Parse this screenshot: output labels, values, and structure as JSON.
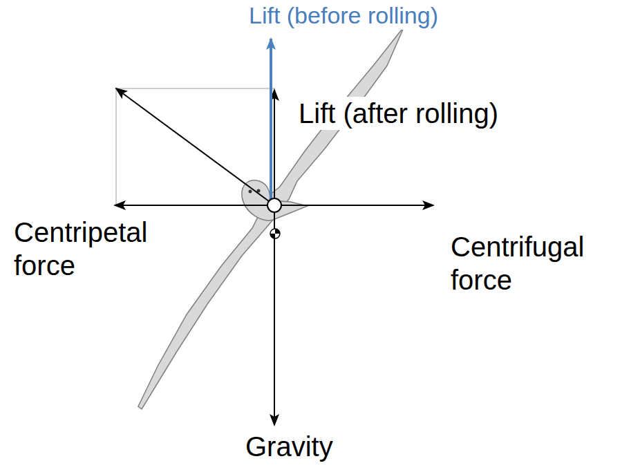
{
  "diagram": {
    "labels": [
      "Lift (before rolling)",
      "Lift (after rolling)",
      "Centripetal force",
      "Centrifugal force",
      "Gravity"
    ]
  }
}
